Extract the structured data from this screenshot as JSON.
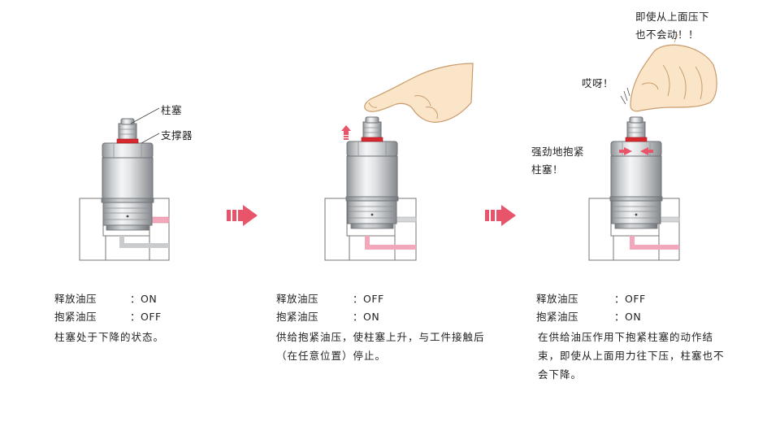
{
  "colors": {
    "arrow": "#e8546a",
    "oil_line": "#f2a7ba",
    "seal": "#d8292f",
    "up_arrow": "#e8546a",
    "clamp_arrow": "#e8546a",
    "skin": "#fbe5c8",
    "skin_outline": "#c99b6c"
  },
  "panels": [
    {
      "callouts": {
        "plunger": "柱塞",
        "support": "支撑器"
      },
      "status": [
        {
          "label": "释放油压",
          "value": "：ON"
        },
        {
          "label": "抱紧油压",
          "value": "：OFF"
        }
      ],
      "description": "柱塞处于下降的状态。"
    },
    {
      "status": [
        {
          "label": "释放油压",
          "value": "：OFF"
        },
        {
          "label": "抱紧油压",
          "value": "：ON"
        }
      ],
      "description": "供给抱紧油压，使柱塞上升，与工件接触后（在任意位置）停止。"
    },
    {
      "exclaim_top_line1": "即使从上面压下",
      "exclaim_top_line2": "也不会动！！",
      "exclaim_oops": "哎呀！",
      "exclaim_clamp_line1": "强劲地抱紧",
      "exclaim_clamp_line2": "柱塞！",
      "status": [
        {
          "label": "释放油压",
          "value": "：OFF"
        },
        {
          "label": "抱紧油压",
          "value": "：ON"
        }
      ],
      "description": "在供给油压作用下抱紧柱塞的动作结束，即使从上面用力往下压，柱塞也不会下降。"
    }
  ]
}
